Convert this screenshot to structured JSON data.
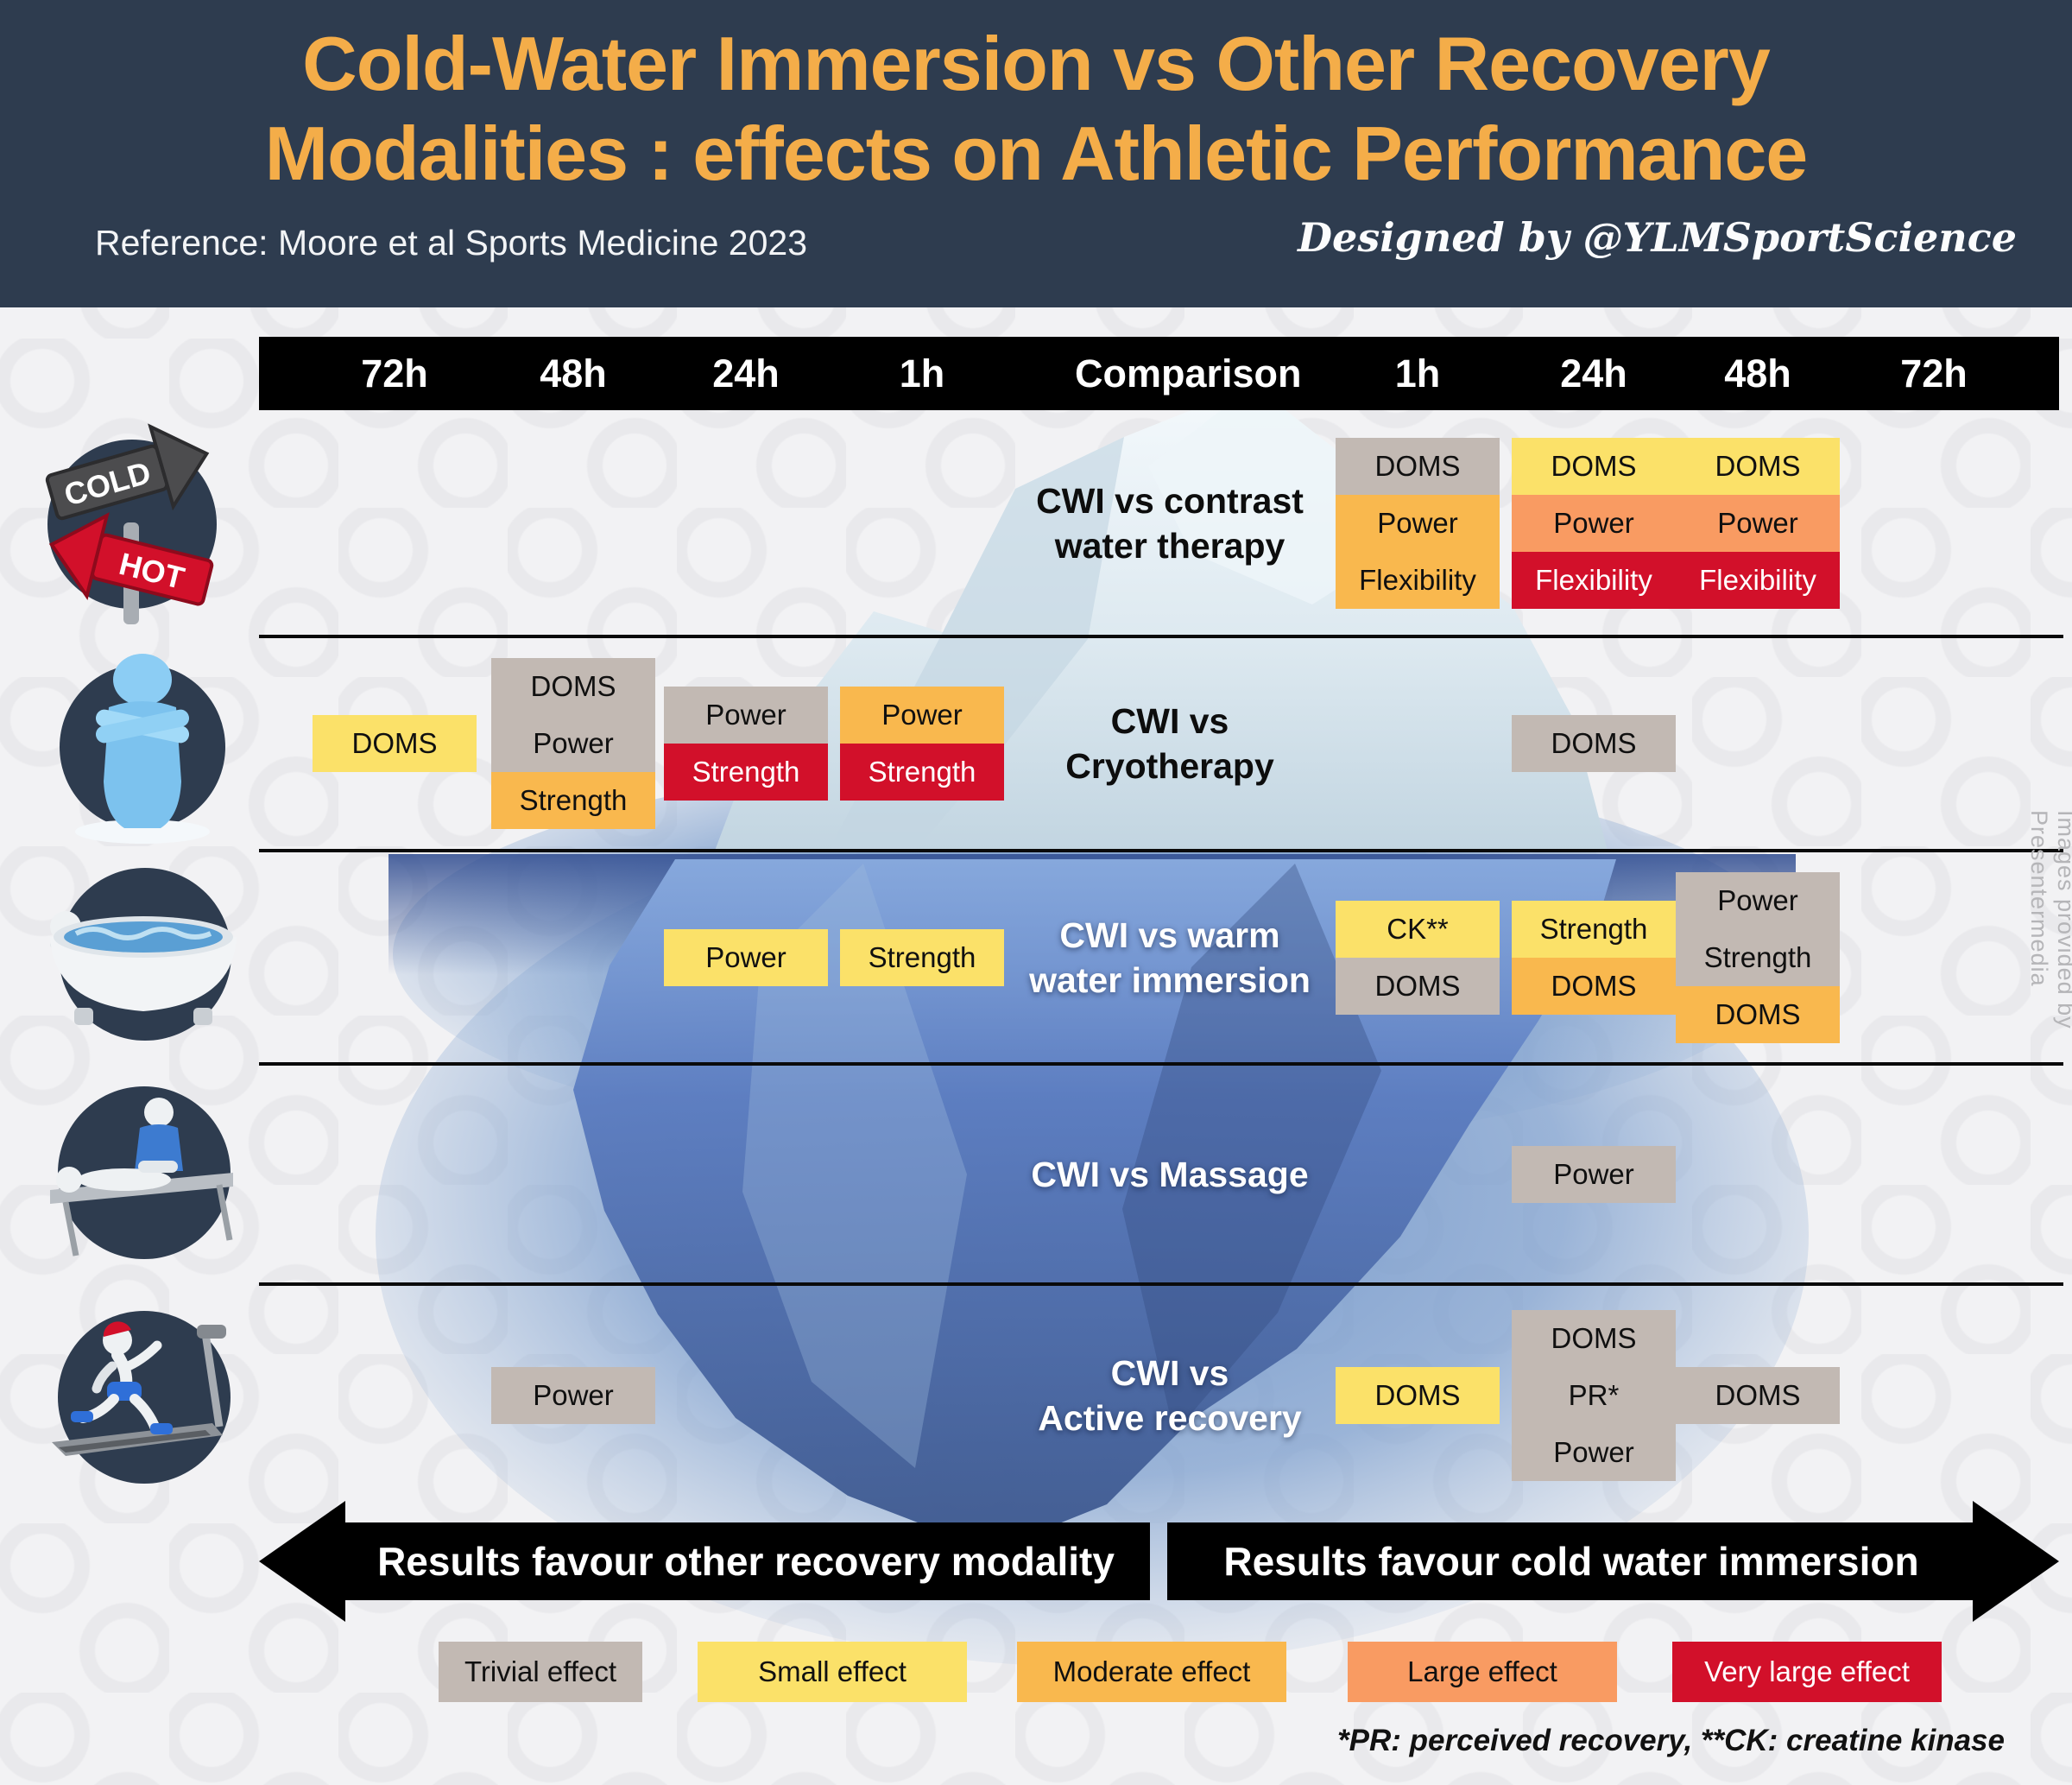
{
  "header": {
    "title_line1": "Cold-Water Immersion vs Other Recovery",
    "title_line2": "Modalities : effects on Athletic Performance",
    "reference": "Reference: Moore et al Sports Medicine 2023",
    "credit": "Designed by @YLMSportScience"
  },
  "columns": [
    "72h",
    "48h",
    "24h",
    "1h",
    "Comparison",
    "1h",
    "24h",
    "48h",
    "72h"
  ],
  "colors": {
    "trivial": "#c2b9b3",
    "small": "#fbe169",
    "moderate": "#f9b84e",
    "large": "#f99b62",
    "very_large": "#d2102a",
    "header_bg": "#2e3c4f",
    "title_accent": "#f4ad49",
    "bar_black": "#000000"
  },
  "rows": [
    {
      "label_lines": [
        "CWI vs contrast",
        "water therapy"
      ],
      "label_style": "dark",
      "cells": [
        {
          "col": 5,
          "blocks": [
            {
              "effect": "trivial",
              "items": [
                "DOMS"
              ]
            },
            {
              "effect": "moderate",
              "items": [
                "Power",
                "Flexibility"
              ]
            }
          ]
        },
        {
          "col": 6,
          "blocks": [
            {
              "effect": "small",
              "items": [
                "DOMS"
              ]
            },
            {
              "effect": "large",
              "items": [
                "Power"
              ]
            },
            {
              "effect": "very_large",
              "items": [
                "Flexibility"
              ]
            }
          ]
        },
        {
          "col": 7,
          "blocks": [
            {
              "effect": "small",
              "items": [
                "DOMS"
              ]
            },
            {
              "effect": "large",
              "items": [
                "Power"
              ]
            },
            {
              "effect": "very_large",
              "items": [
                "Flexibility"
              ]
            }
          ]
        }
      ]
    },
    {
      "label_lines": [
        "CWI vs",
        "Cryotherapy"
      ],
      "label_style": "dark",
      "cells": [
        {
          "col": 0,
          "blocks": [
            {
              "effect": "small",
              "items": [
                "DOMS"
              ]
            }
          ]
        },
        {
          "col": 1,
          "blocks": [
            {
              "effect": "trivial",
              "items": [
                "DOMS",
                "Power"
              ]
            },
            {
              "effect": "moderate",
              "items": [
                "Strength"
              ]
            }
          ]
        },
        {
          "col": 2,
          "blocks": [
            {
              "effect": "trivial",
              "items": [
                "Power"
              ]
            },
            {
              "effect": "very_large",
              "items": [
                "Strength"
              ]
            }
          ]
        },
        {
          "col": 3,
          "blocks": [
            {
              "effect": "moderate",
              "items": [
                "Power"
              ]
            },
            {
              "effect": "very_large",
              "items": [
                "Strength"
              ]
            }
          ]
        },
        {
          "col": 6,
          "blocks": [
            {
              "effect": "trivial",
              "items": [
                "DOMS"
              ]
            }
          ]
        }
      ]
    },
    {
      "label_lines": [
        "CWI vs warm",
        "water immersion"
      ],
      "label_style": "light",
      "cells": [
        {
          "col": 2,
          "blocks": [
            {
              "effect": "small",
              "items": [
                "Power"
              ]
            }
          ]
        },
        {
          "col": 3,
          "blocks": [
            {
              "effect": "small",
              "items": [
                "Strength"
              ]
            }
          ]
        },
        {
          "col": 5,
          "blocks": [
            {
              "effect": "small",
              "items": [
                "CK**"
              ]
            },
            {
              "effect": "trivial",
              "items": [
                "DOMS"
              ]
            }
          ]
        },
        {
          "col": 6,
          "blocks": [
            {
              "effect": "small",
              "items": [
                "Strength"
              ]
            },
            {
              "effect": "moderate",
              "items": [
                "DOMS"
              ]
            }
          ]
        },
        {
          "col": 7,
          "blocks": [
            {
              "effect": "trivial",
              "items": [
                "Power",
                "Strength"
              ]
            },
            {
              "effect": "moderate",
              "items": [
                "DOMS"
              ]
            }
          ]
        }
      ]
    },
    {
      "label_lines": [
        "CWI vs Massage"
      ],
      "label_style": "light",
      "cells": [
        {
          "col": 6,
          "blocks": [
            {
              "effect": "trivial",
              "items": [
                "Power"
              ]
            }
          ]
        }
      ]
    },
    {
      "label_lines": [
        "CWI vs",
        "Active recovery"
      ],
      "label_style": "light",
      "cells": [
        {
          "col": 1,
          "blocks": [
            {
              "effect": "trivial",
              "items": [
                "Power"
              ]
            }
          ]
        },
        {
          "col": 5,
          "blocks": [
            {
              "effect": "small",
              "items": [
                "DOMS"
              ]
            }
          ]
        },
        {
          "col": 6,
          "blocks": [
            {
              "effect": "trivial",
              "items": [
                "DOMS",
                "PR*",
                "Power"
              ]
            }
          ]
        },
        {
          "col": 7,
          "blocks": [
            {
              "effect": "trivial",
              "items": [
                "DOMS"
              ]
            }
          ]
        }
      ]
    }
  ],
  "arrows": {
    "left": "Results favour other recovery modality",
    "right": "Results favour cold water immersion"
  },
  "legend": [
    {
      "effect": "trivial",
      "label": "Trivial effect"
    },
    {
      "effect": "small",
      "label": "Small effect"
    },
    {
      "effect": "moderate",
      "label": "Moderate effect"
    },
    {
      "effect": "large",
      "label": "Large effect"
    },
    {
      "effect": "very_large",
      "label": "Very large effect"
    }
  ],
  "footnote": "*PR: perceived recovery, **CK: creatine kinase",
  "watermark": "Images provided by Presentermedia",
  "icons": {
    "sign": {
      "cold_label": "COLD",
      "hot_label": "HOT"
    }
  }
}
